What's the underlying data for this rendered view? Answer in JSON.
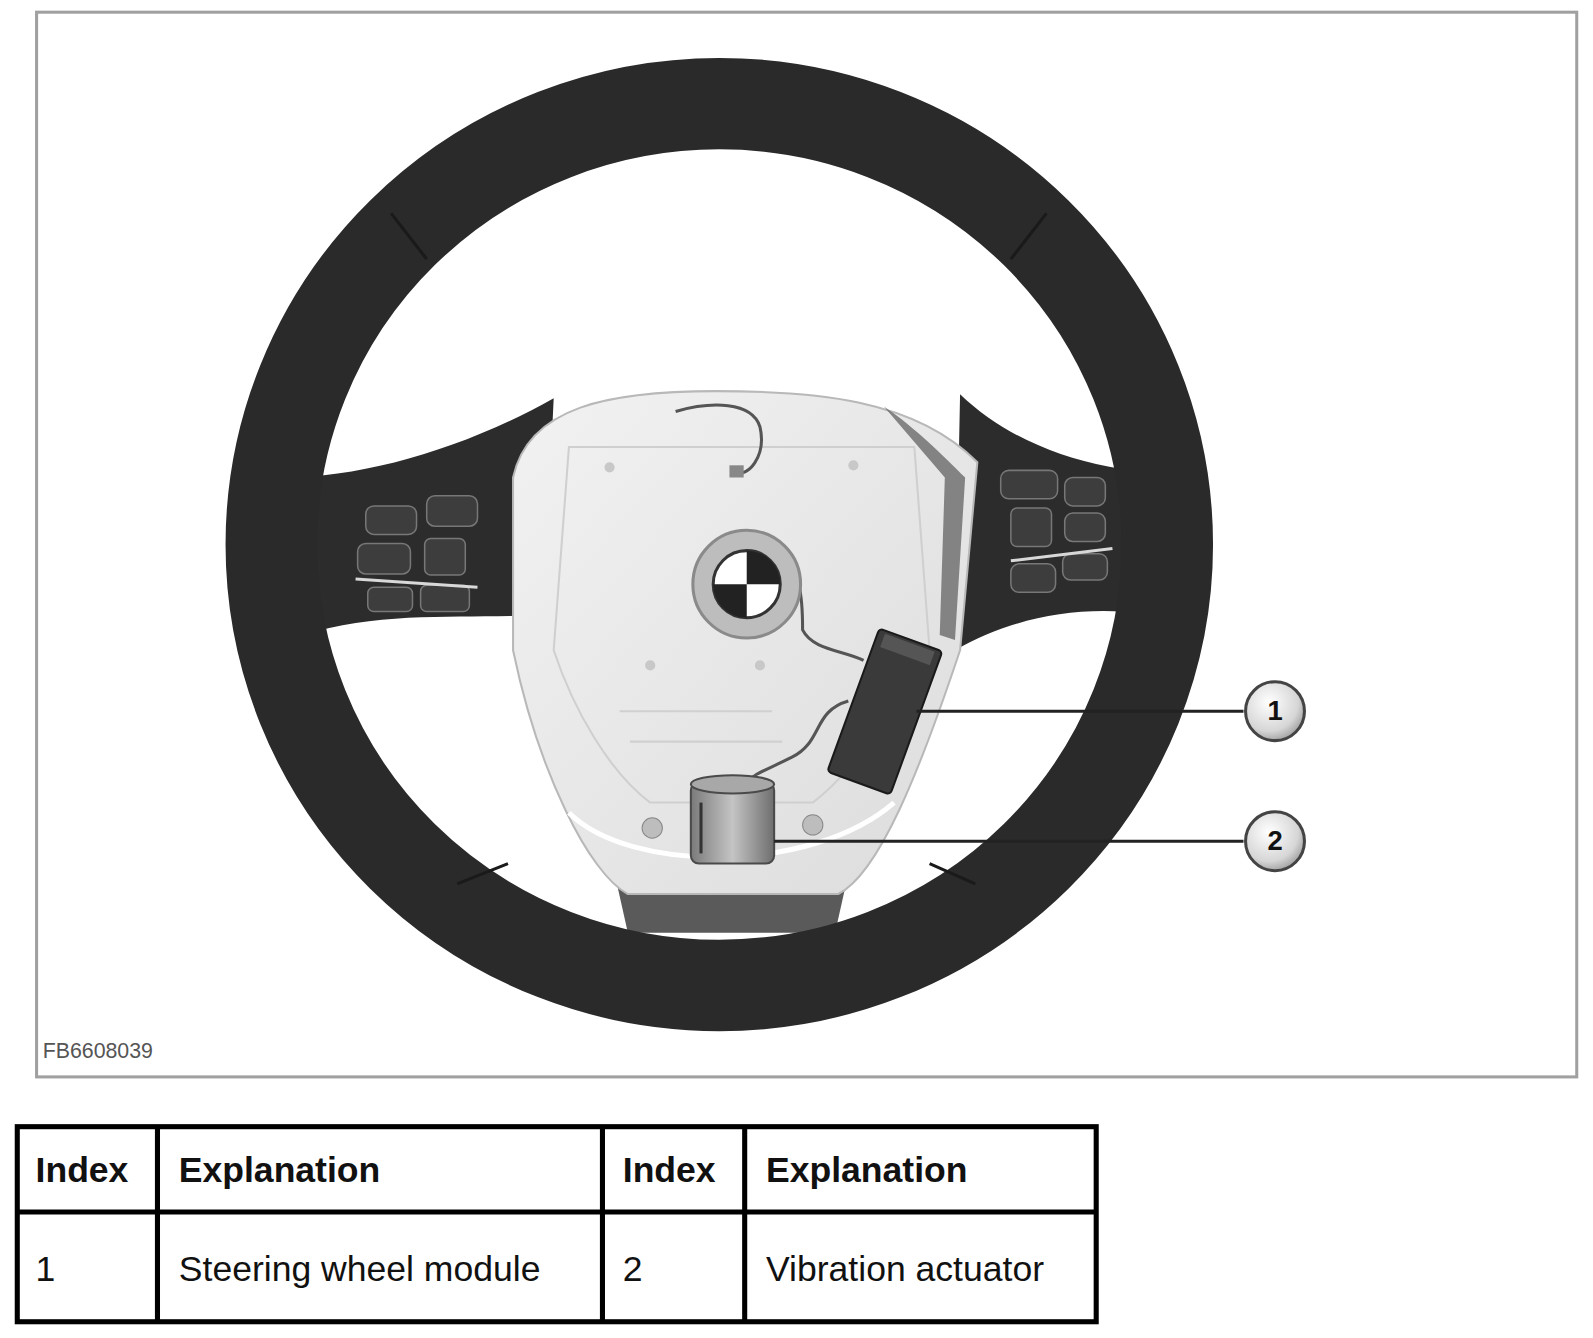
{
  "diagram": {
    "labels": [
      "1",
      "2",
      "FB6608039",
      "Index",
      "Explanation",
      "Index",
      "Explanation",
      "1",
      "Steering wheel module",
      "2",
      "Vibration actuator"
    ]
  }
}
